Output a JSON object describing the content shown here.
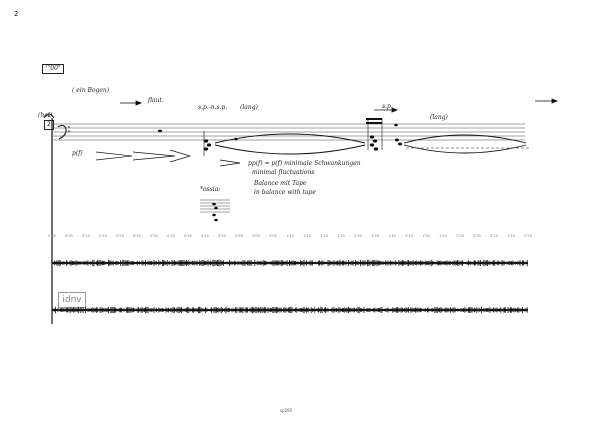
{
  "page": {
    "number": "2",
    "footer": "sp295"
  },
  "score": {
    "tempo_marker": "ᵀ\"00\"",
    "note_ein_bogen": "( ein Bogen)",
    "instrument_label": "(hol)",
    "clef_number": "2",
    "direction_flaut": "flaut.",
    "direction_sponsp": "s.p.-n.s.p.",
    "direction_lang_1": "(lang)",
    "direction_sp": "s.p.",
    "direction_lang_2": "(lang)",
    "dynamic_pf": "p(f)",
    "annotation_minimal_de": "pp(f) = p(f) minimale Schwankungen",
    "annotation_minimal_en": "minimal fluctuations",
    "annotation_balance_de": "Balance mit Tape",
    "annotation_balance_en": "in balance with tape",
    "ossia_label": "*ossia:",
    "timeline_labels": [
      "0'00",
      "0'05",
      "0'10",
      "0'15",
      "0'20",
      "0'25",
      "0'30",
      "0'35",
      "0'40",
      "0'45",
      "0'50",
      "0'55",
      "1'00",
      "1'05",
      "1'10",
      "1'15",
      "1'20",
      "1'25",
      "1'30",
      "1'35",
      "1'40",
      "1'45",
      "1'50",
      "1'55",
      "2'00",
      "2'05",
      "2'10",
      "2'15",
      "2'20"
    ]
  },
  "watermark": "idnv"
}
